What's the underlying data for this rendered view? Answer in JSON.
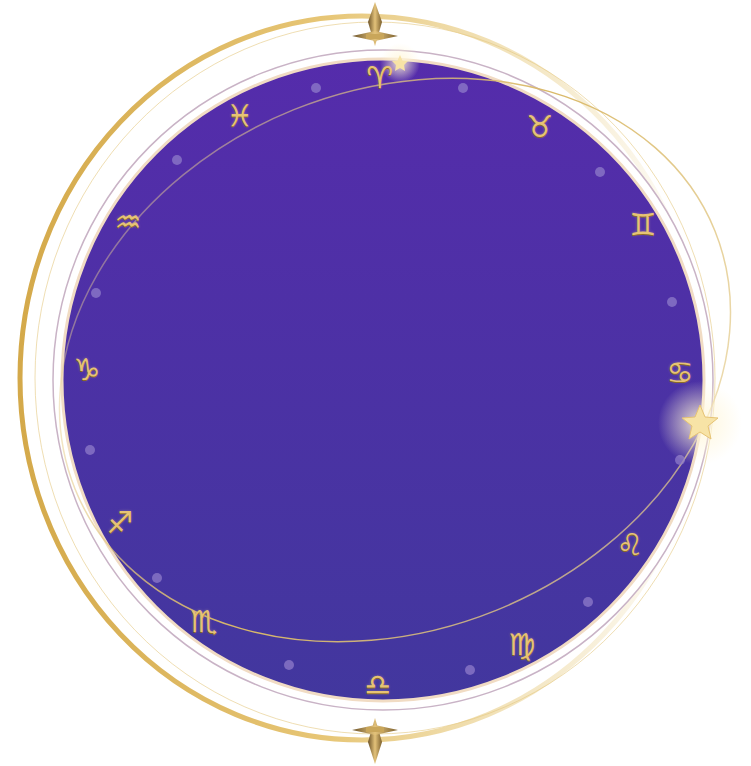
{
  "diagram": {
    "labels": [
      "♈",
      "♉",
      "♊",
      "♋",
      "♌",
      "♍",
      "♎",
      "♏",
      "♐",
      "♑",
      "♒",
      "♓"
    ]
  }
}
